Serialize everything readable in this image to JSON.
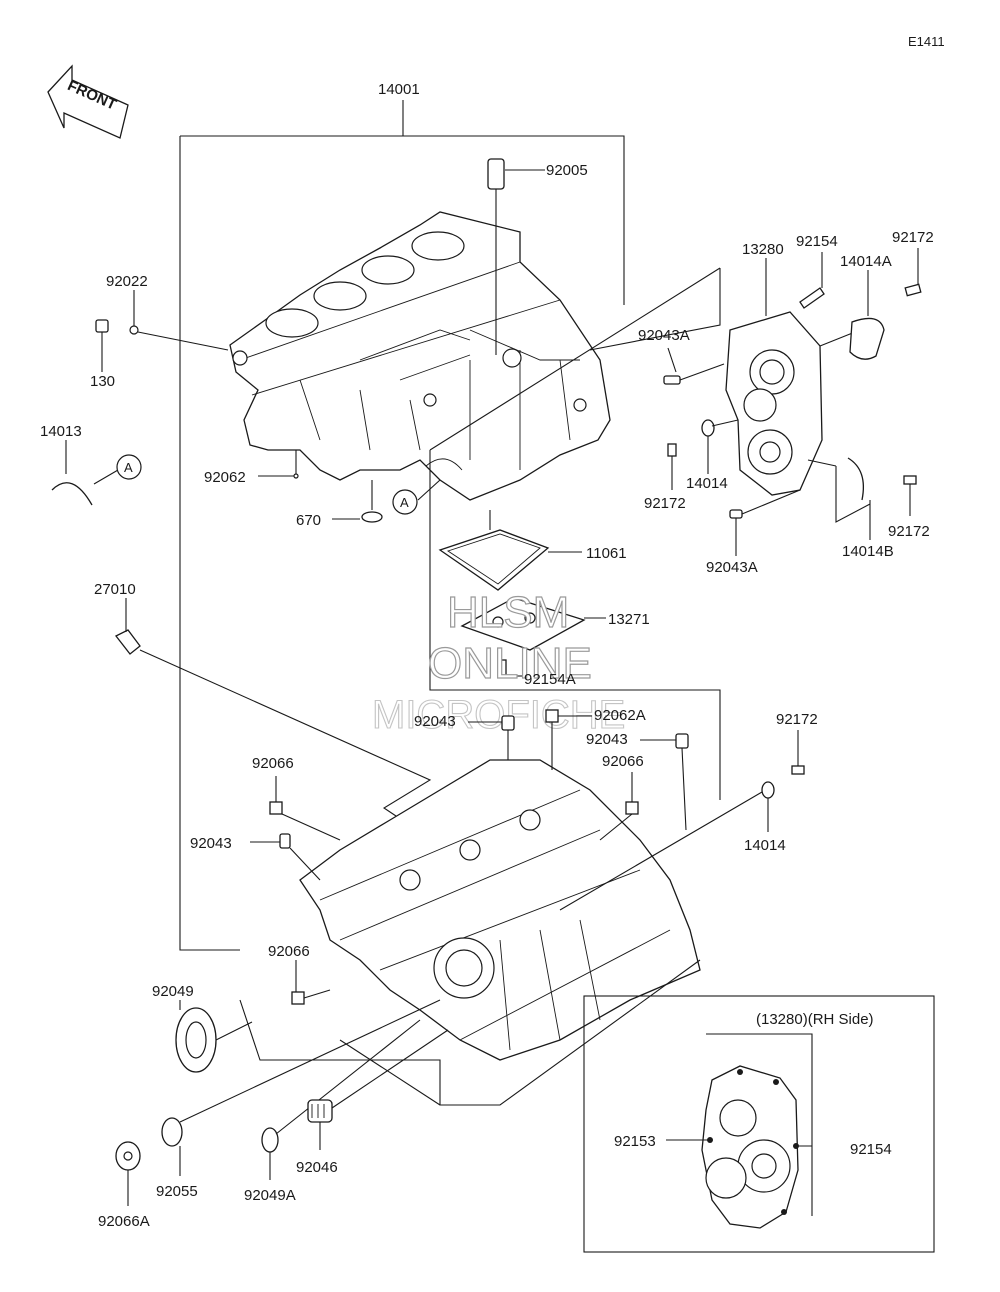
{
  "diagram_code": "E1411",
  "front_arrow_label": "FRONT",
  "callout_A": "A",
  "inset_title": "(13280)(RH Side)",
  "watermark": [
    "HLSM",
    "ONLINE",
    "MICROFICHE"
  ],
  "labels": {
    "p14001": "14001",
    "p92005": "92005",
    "p92022": "92022",
    "p130": "130",
    "p14013": "14013",
    "p92062": "92062",
    "p670": "670",
    "p11061": "11061",
    "p13271": "13271",
    "p92154A": "92154A",
    "p27010": "27010",
    "p92154": "92154",
    "p92172_top": "92172",
    "p13280": "13280",
    "p14014A": "14014A",
    "p92043A_top": "92043A",
    "p14014_top": "14014",
    "p92172_mid": "92172",
    "p92043A_bot": "92043A",
    "p14014B": "14014B",
    "p92172_right": "92172",
    "p92043_a": "92043",
    "p92062A": "92062A",
    "p92043_b": "92043",
    "p92066_a": "92066",
    "p92066_b": "92066",
    "p92172_low": "92172",
    "p14014_low": "14014",
    "p92043_c": "92043",
    "p92066_c": "92066",
    "p92049": "92049",
    "p92055": "92055",
    "p92066A": "92066A",
    "p92049A": "92049A",
    "p92046": "92046",
    "p92153_inset": "92153",
    "p92154_inset": "92154"
  }
}
